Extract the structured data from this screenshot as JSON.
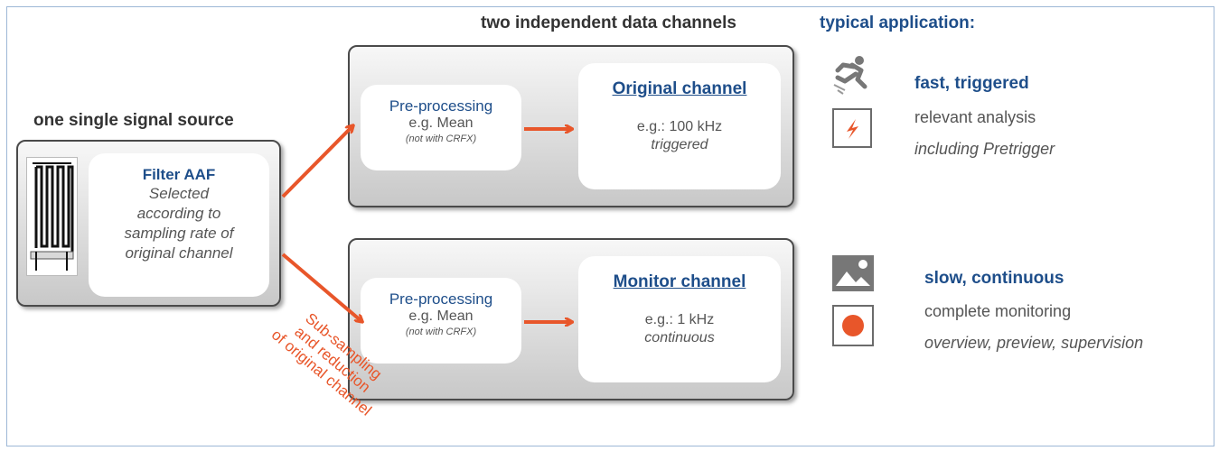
{
  "headers": {
    "source": "one single signal source",
    "channels": "two independent data channels",
    "application": "typical application:"
  },
  "source_block": {
    "filter_title": "Filter AAF",
    "filter_lines": [
      "Selected",
      "according to",
      "sampling rate of",
      "original channel"
    ]
  },
  "top_channel": {
    "pre_title": "Pre-processing",
    "pre_example": "e.g. Mean",
    "pre_note": "(not with CRFX)",
    "name": "Original channel",
    "rate": "e.g.: 100 kHz",
    "mode": "triggered"
  },
  "bottom_channel": {
    "pre_title": "Pre-processing",
    "pre_example": "e.g. Mean",
    "pre_note": "(not with CRFX)",
    "name": "Monitor channel",
    "rate": "e.g.: 1 kHz",
    "mode": "continuous"
  },
  "subsampling_label": [
    "Sub-sampling",
    "and reduction",
    "of original channel"
  ],
  "applications": {
    "fast": {
      "title": "fast, triggered",
      "line1": "relevant analysis",
      "line2": "including Pretrigger"
    },
    "slow": {
      "title": "slow, continuous",
      "line1": "complete monitoring",
      "line2": "overview, preview, supervision"
    }
  },
  "colors": {
    "accent_orange": "#e8562a",
    "title_blue": "#1e4e8a",
    "frame_border": "#9db7d6"
  }
}
